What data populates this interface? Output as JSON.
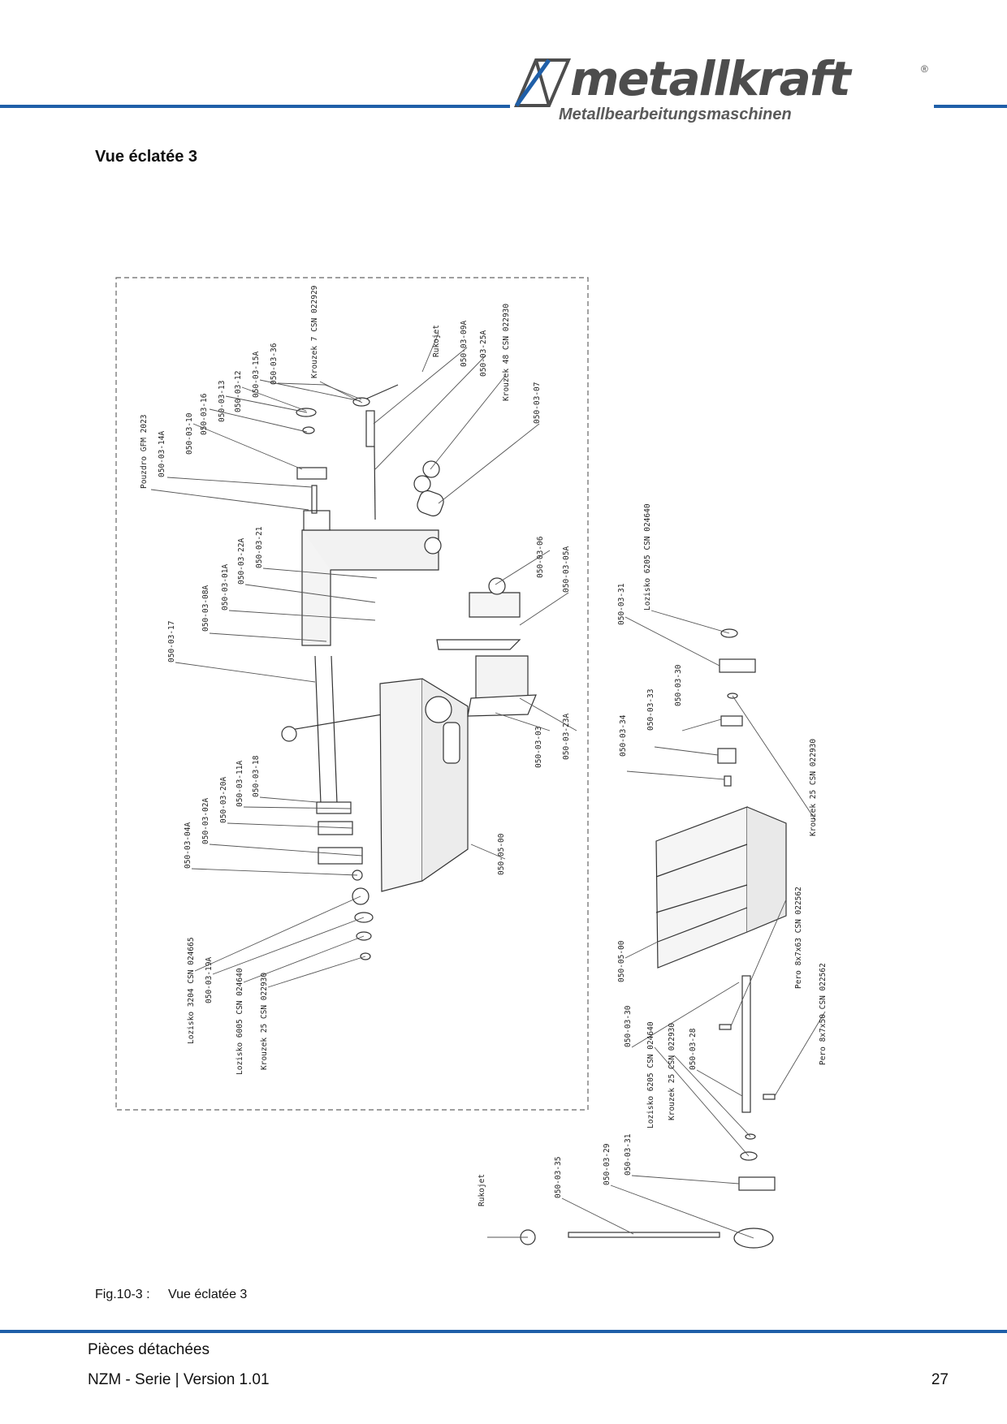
{
  "header": {
    "brand": "metallkraft",
    "registered": "®",
    "tagline": "Metallbearbeitungsmaschinen",
    "rule_color": "#1f5fa8"
  },
  "section_title": "Vue éclatée 3",
  "figure": {
    "group1_labels": [
      "Pouzdro GFM 2023",
      "050-03-14A",
      "050-03-10",
      "050-03-16",
      "050-03-13",
      "050-03-12",
      "050-03-15A",
      "050-03-36",
      "Krouzek 7 CSN 022929"
    ],
    "group2_labels": [
      "Rukojet",
      "050-03-09A",
      "050-03-25A",
      "Krouzek 48 CSN 022930",
      "050-03-07"
    ],
    "group3_labels": [
      "050-03-17",
      "050-03-08A",
      "050-03-01A",
      "050-03-22A",
      "050-03-21"
    ],
    "group4_labels": [
      "050-03-06",
      "050-03-05A"
    ],
    "group5_labels": [
      "050-03-03",
      "050-03-23A"
    ],
    "group6_labels": [
      "050-03-04A",
      "050-03-02A",
      "050-03-20A",
      "050-03-11A",
      "050-03-18"
    ],
    "group7_labels": [
      "Lozisko 3204 CSN 024665",
      "050-03-19A",
      "Lozisko 6005 CSN 024640",
      "Krouzek 25 CSN 022930"
    ],
    "center_label": "050-05-00",
    "right_top_labels": [
      "050-03-31",
      "Lozisko 6205 CSN 024640",
      "050-03-30",
      "050-03-33",
      "050-03-34"
    ],
    "right_side_labels": [
      "Krouzek 25 CSN 022930",
      "Pero 8x7x63 CSN 022562",
      "Pero 8x7x50 CSN 022562"
    ],
    "right_mid_label": "050-05-00",
    "right_bottom_labels": [
      "050-03-30",
      "Lozisko 6205 CSN 024640",
      "Krouzek 25 CSN 022930",
      "050-03-28"
    ],
    "bottom_labels": [
      "Rukojet",
      "050-03-35",
      "050-03-29",
      "050-03-31"
    ]
  },
  "caption": {
    "fig_number": "Fig.10-3 :",
    "fig_title": "Vue éclatée 3"
  },
  "footer": {
    "section": "Pièces détachées",
    "product": "NZM - Serie |  Version 1.01",
    "page": "27"
  }
}
